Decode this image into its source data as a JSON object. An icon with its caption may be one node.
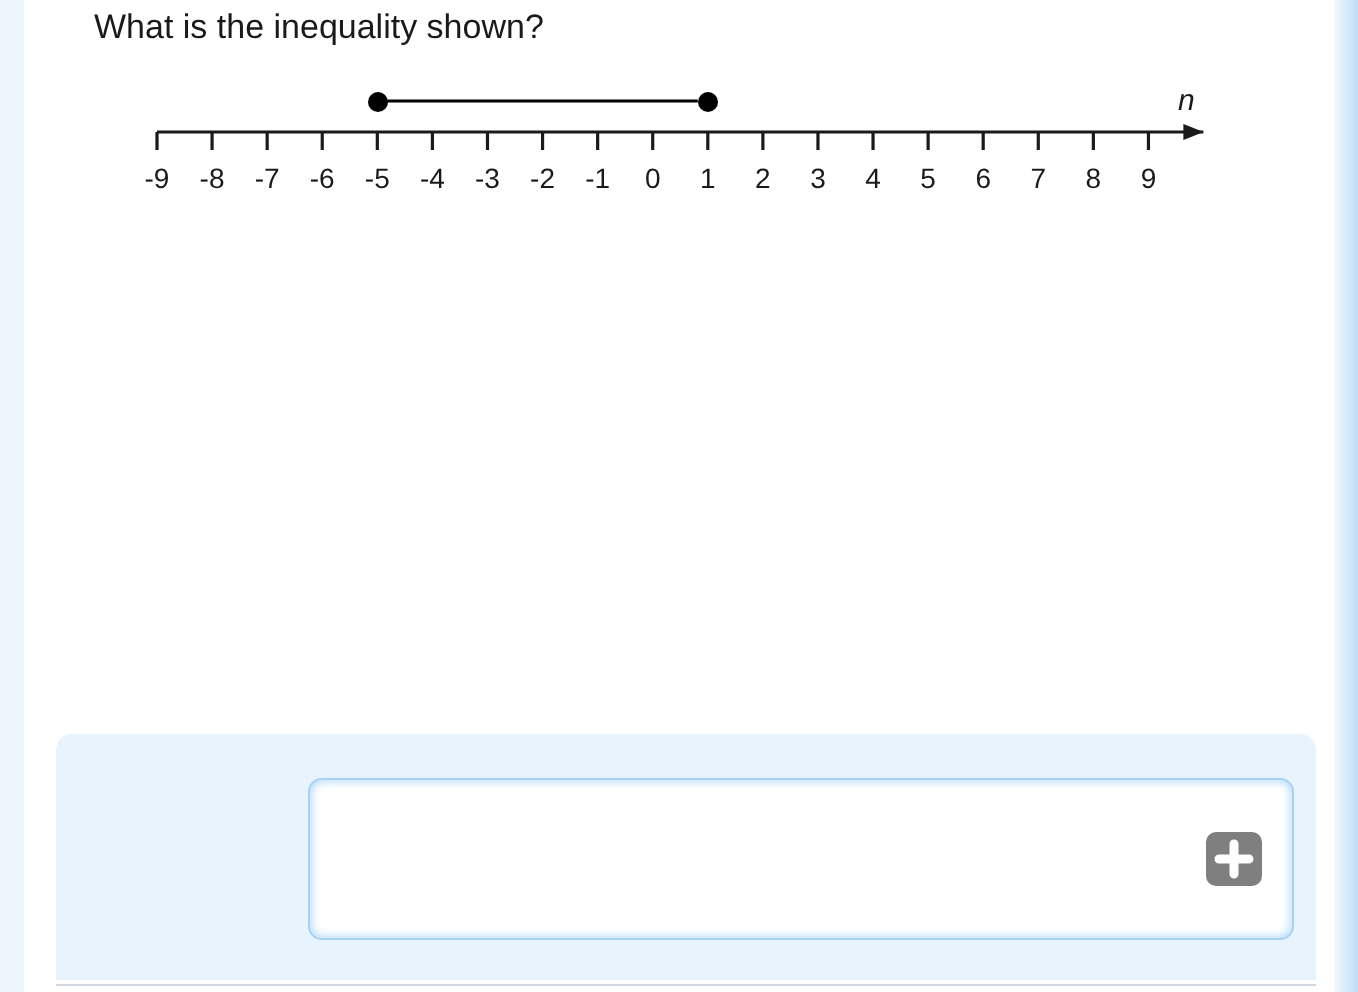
{
  "diagram": {
    "title": "What is the inequality shown?",
    "nodes": [
      {
        "text": [],
        "shape": "circle"
      },
      {
        "text": [],
        "shape": "circle"
      }
    ],
    "edges": [
      {
        "from": 0,
        "to": 1,
        "arrow": "none"
      }
    ],
    "labels": [
      "n",
      "-9",
      "-8",
      "-7",
      "-6",
      "-5",
      "-4",
      "-3",
      "-2",
      "-1",
      "0",
      "1",
      "2",
      "3",
      "4",
      "5",
      "6",
      "7",
      "8",
      "9"
    ]
  }
}
